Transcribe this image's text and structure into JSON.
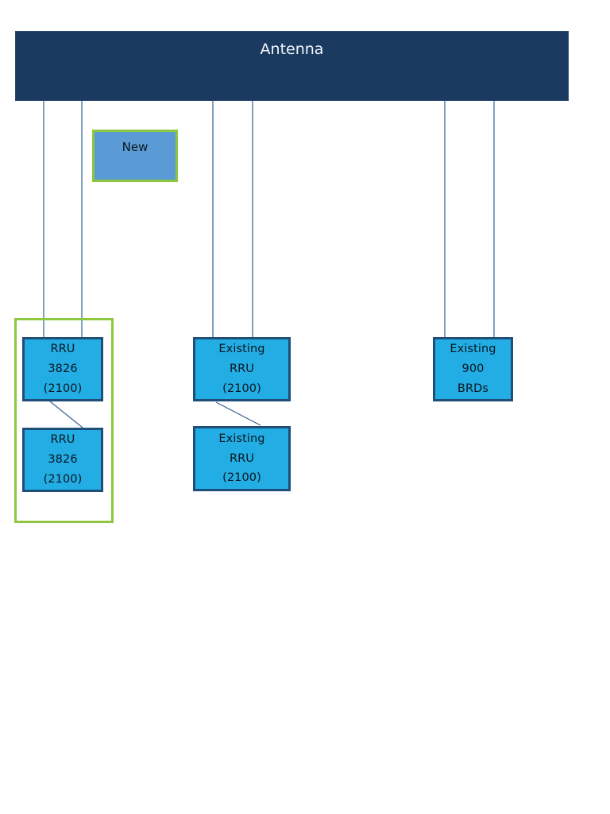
{
  "diagram": {
    "title": "Antenna",
    "legend": {
      "new_label": "New"
    },
    "nodes": [
      {
        "id": "rru-3826-a",
        "lines": [
          "RRU",
          "3826",
          "(2100)"
        ],
        "group": "new-group"
      },
      {
        "id": "rru-3826-b",
        "lines": [
          "RRU",
          "3826",
          "(2100)"
        ],
        "group": "new-group"
      },
      {
        "id": "existing-rru-a",
        "lines": [
          "Existing",
          "RRU",
          "(2100)"
        ],
        "group": null
      },
      {
        "id": "existing-rru-b",
        "lines": [
          "Existing",
          "RRU",
          "(2100)"
        ],
        "group": null
      },
      {
        "id": "existing-900-brds",
        "lines": [
          "Existing",
          "900",
          "BRDs"
        ],
        "group": null
      }
    ],
    "colors": {
      "antenna_fill": "#1b3a60",
      "antenna_text": "#f2f6fa",
      "equipment_fill": "#22ade4",
      "equipment_border": "#1f4e79",
      "legend_new_fill": "#5b9bd5",
      "highlight_green": "#8dc63f",
      "connector_line": "#4a7aa7",
      "background": "#ffffff"
    }
  }
}
